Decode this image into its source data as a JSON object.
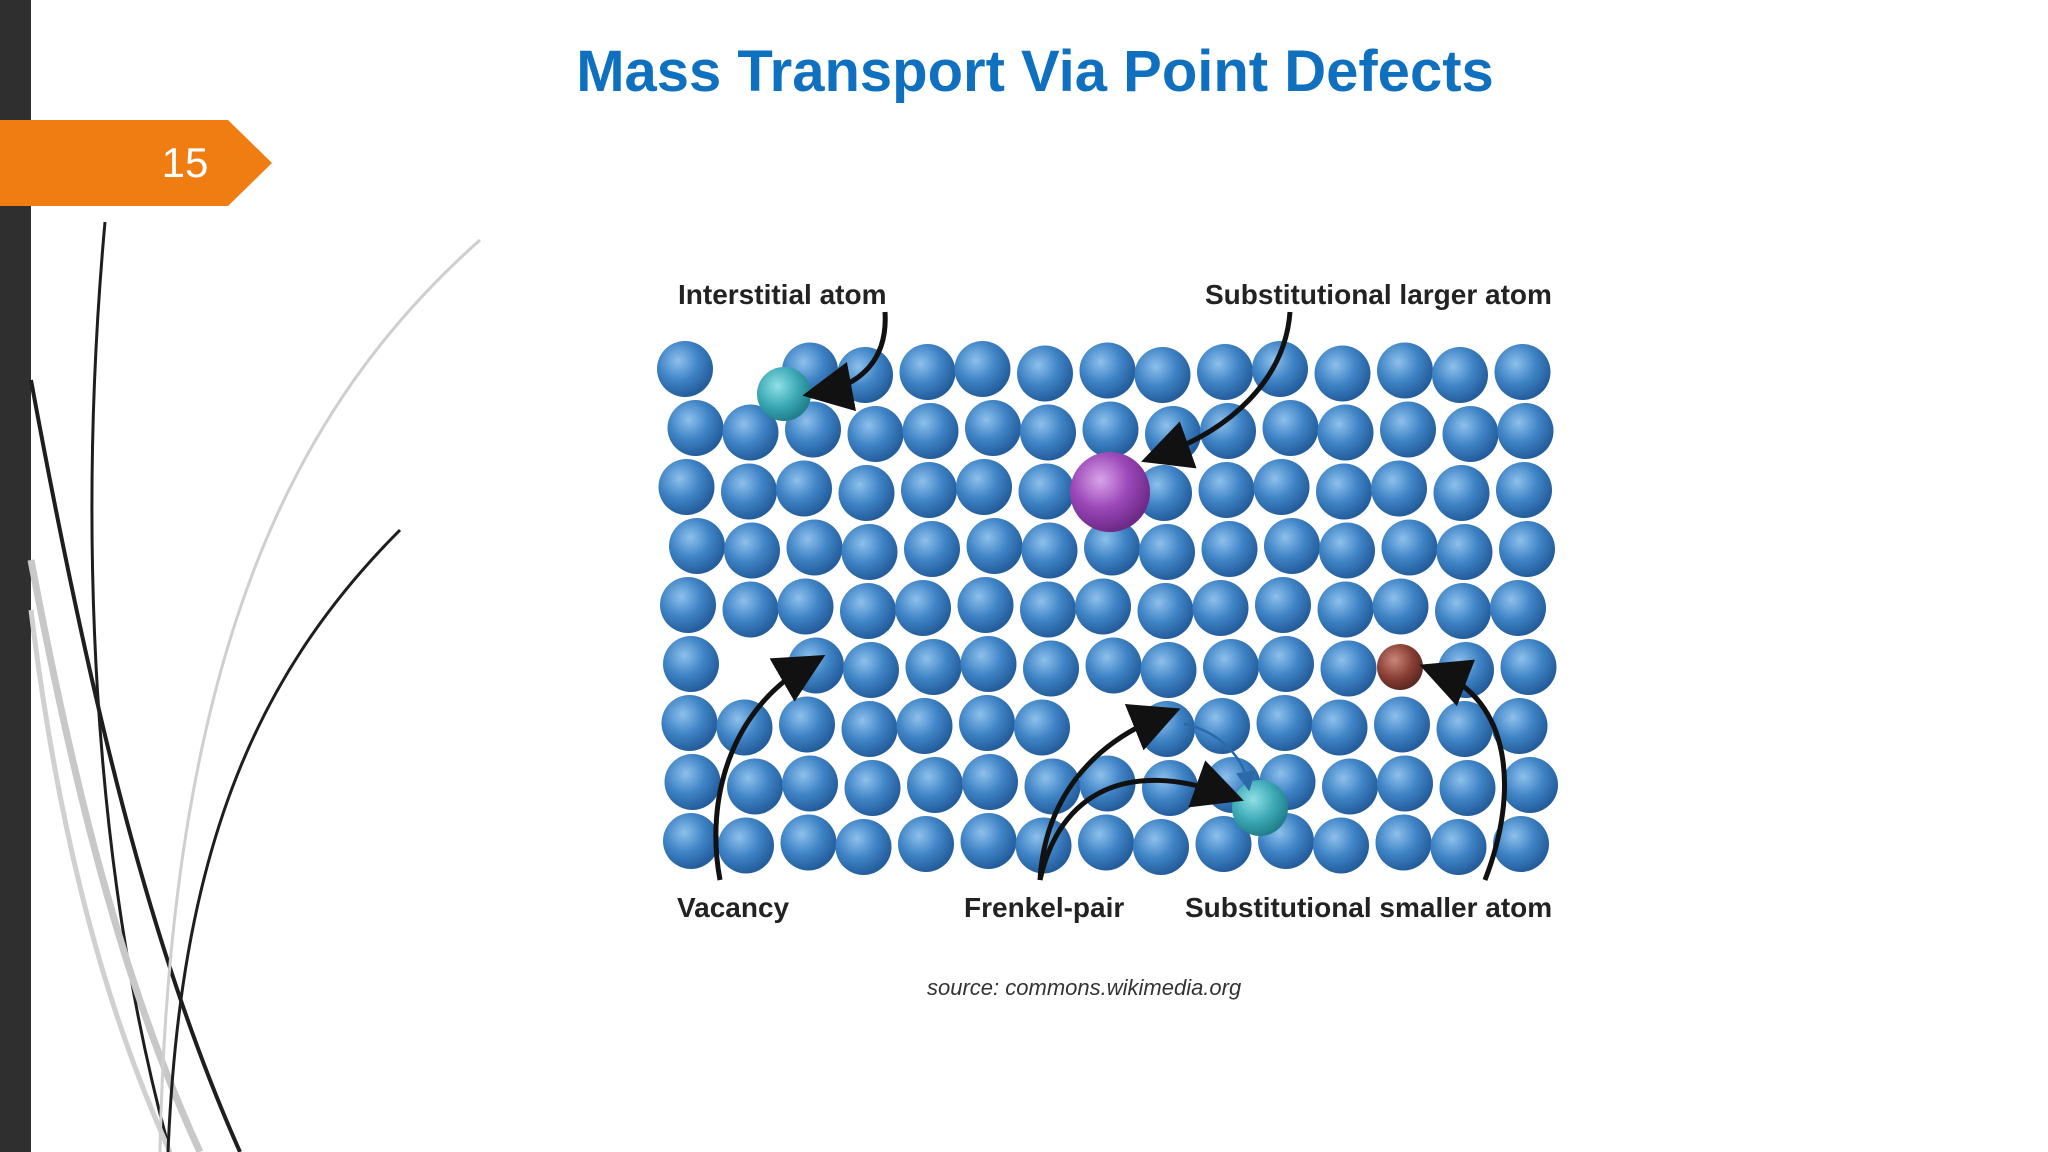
{
  "slide": {
    "title": "Mass Transport Via Point Defects",
    "page_number": "15"
  },
  "diagram": {
    "labels": {
      "interstitial": "Interstitial atom",
      "substitutional_larger": "Substitutional larger atom",
      "vacancy": "Vacancy",
      "frenkel_pair": "Frenkel-pair",
      "substitutional_smaller": "Substitutional smaller atom"
    },
    "source": "source: commons.wikimedia.org"
  },
  "colors": {
    "title": "#1070c0",
    "badge": "#f07d12",
    "left_bar": "#2f2f2f",
    "lattice_atom": "#3a7ec0",
    "interstitial_atom": "#3aa8b4",
    "larger_atom": "#9b47b8",
    "smaller_atom": "#8a3f35"
  }
}
